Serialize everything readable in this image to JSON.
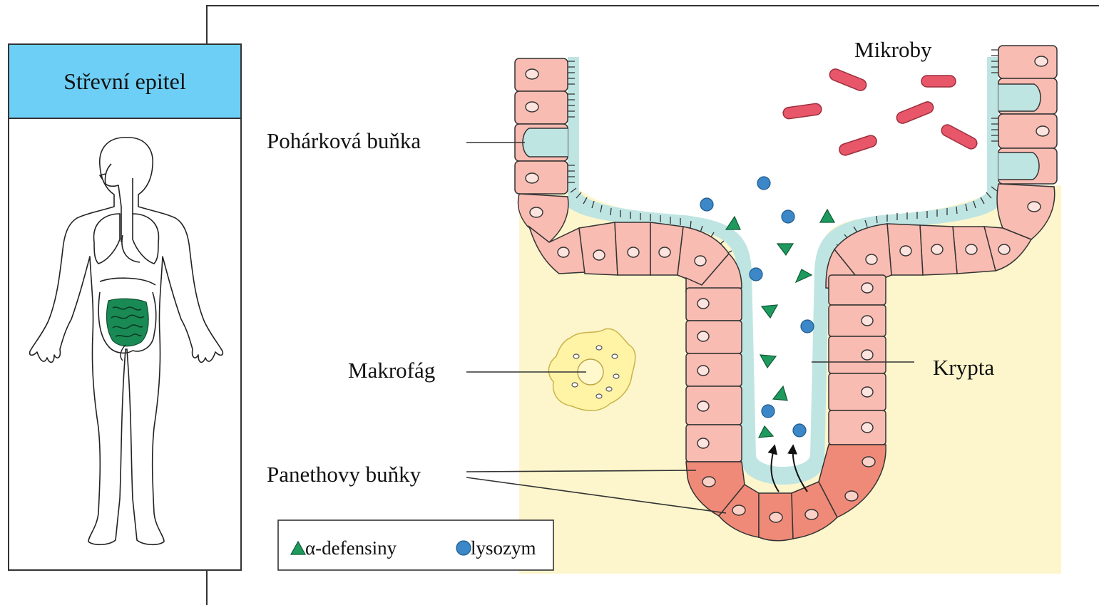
{
  "panel": {
    "title": "Střevní epitel",
    "header_color": "#6dcff6"
  },
  "labels": {
    "goblet_cell": "Pohárková buňka",
    "microbes": "Mikroby",
    "macrophage": "Makrofág",
    "crypt": "Krypta",
    "paneth_cells": "Panethovy buňky"
  },
  "legend": {
    "defensin_label": "α-defensiny",
    "lysozyme_label": "lysozym"
  },
  "colors": {
    "epithelial_cell": "#f9bcb2",
    "paneth_cell": "#f08a78",
    "mucus": "#bfe5e3",
    "lamina_propria": "#fdf6cc",
    "microbe": "#e8566a",
    "defensin": "#1f9a5e",
    "lysozyme": "#3b87c7",
    "macrophage": "#fff3a6",
    "intestine": "#1a8a55"
  }
}
